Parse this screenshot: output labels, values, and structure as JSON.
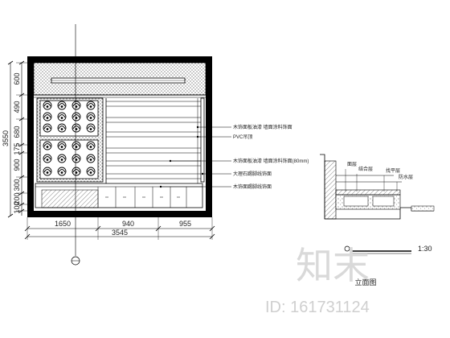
{
  "elevation": {
    "height_dims": [
      "600",
      "490",
      "680",
      "175",
      "900",
      "300",
      "200",
      "100"
    ],
    "total_height": "3550",
    "width_dims": [
      "1650",
      "940",
      "955"
    ],
    "total_width": "3545",
    "callouts": [
      "木饰面板油漆 墙面涂料饰面",
      "PVC吊顶",
      "木饰面板油漆 墙面涂料饰面(80mm)",
      "大理石踢脚线饰面",
      "木饰面踢脚线饰面"
    ]
  },
  "section": {
    "labels": [
      "面层",
      "结合层",
      "找平层",
      "防水层"
    ],
    "scale_label": "1:30"
  },
  "title_below": "立面图",
  "watermark": {
    "logo": "知末",
    "id": "ID: 161731124"
  }
}
